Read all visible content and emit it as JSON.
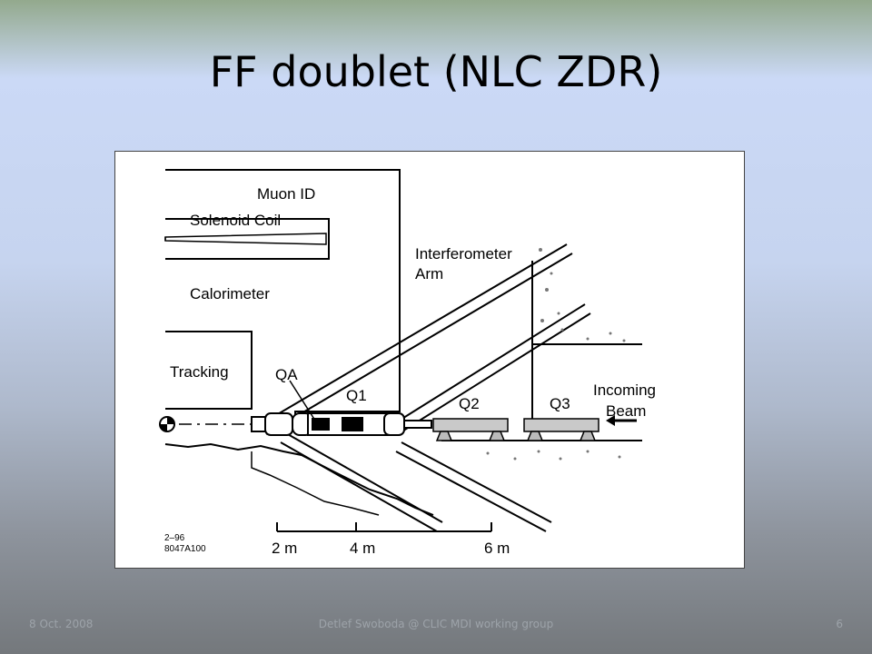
{
  "slide": {
    "title": "FF doublet (NLC ZDR)",
    "footer_date": "8 Oct. 2008",
    "footer_center": "Detlef Swoboda @ CLIC MDI working group",
    "page_number": "6"
  },
  "diagram": {
    "labels": {
      "muon_id": "Muon ID",
      "solenoid_coil": "Solenoid Coil",
      "calorimeter": "Calorimeter",
      "tracking": "Tracking",
      "interferometer_line1": "Interferometer",
      "interferometer_line2": "Arm",
      "qa": "QA",
      "q1": "Q1",
      "q2": "Q2",
      "q3": "Q3",
      "incoming_line1": "Incoming",
      "incoming_line2": "Beam",
      "code_line1": "2–96",
      "code_line2": "8047A100"
    },
    "scale": {
      "tick1": "2 m",
      "tick2": "4 m",
      "tick3": "6 m"
    }
  }
}
